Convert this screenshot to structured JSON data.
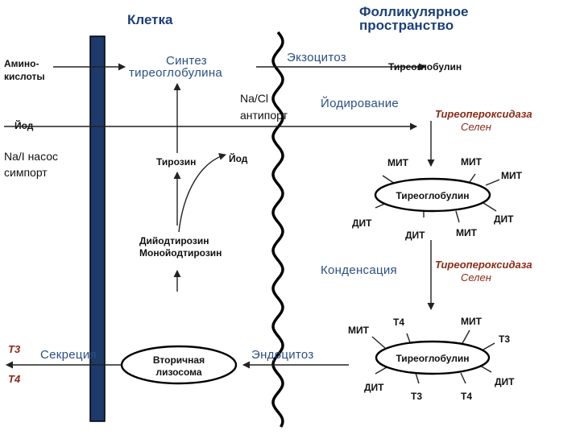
{
  "headers": {
    "cell": "Клетка",
    "follicular_line1": "Фолликулярное",
    "follicular_line2": "пространство"
  },
  "process_labels": {
    "synthesis_line1": "Синтез",
    "synthesis_line2": "тиреоглобулина",
    "exocytosis": "Экзоцитоз",
    "iodination": "Йодирование",
    "condensation": "Конденсация",
    "endocytosis": "Эндоцитоз",
    "secretion": "Секреция"
  },
  "molecules": {
    "amino_line1": "Амино-",
    "amino_line2": "кислоты",
    "iodide": "Йод",
    "tyrosine": "Тирозин",
    "iodine_inner": "Йод",
    "dit_line1": "Дийодтирозин",
    "dit_line2": "Монойодтирозин",
    "thyroglobulin_out": "Тиреоглобулин",
    "t3_out": "T3",
    "t4_out": "T4"
  },
  "transporters": {
    "antiport_line1": "Na/Cl",
    "antiport_line2": "антипорт",
    "symport_line1": "Na/I насос",
    "symport_line2": "симпорт"
  },
  "enzymes": {
    "tpo_top": "Тиреопероксидаза",
    "selenium_top": "Селен",
    "tpo_mid": "Тиреопероксидаза",
    "selenium_mid": "Селен"
  },
  "ellipse1": {
    "center": "Тиреоглобулин",
    "mit_left": "МИТ",
    "mit_top": "МИТ",
    "mit_right": "МИТ",
    "dit_left": "ДИТ",
    "dit_bottom": "ДИТ",
    "mit_bottom": "МИТ",
    "dit_right": "ДИТ"
  },
  "ellipse2": {
    "center": "Тиреоглобулин",
    "mit_left": "МИТ",
    "t4_top": "T4",
    "mit_top": "МИТ",
    "t3_right": "T3",
    "dit_left": "ДИТ",
    "t3_bottom": "T3",
    "t4_bottom": "T4",
    "dit_right": "ДИТ"
  },
  "lysosome": {
    "line1": "Вторичная",
    "line2": "лизосома"
  },
  "colors": {
    "membrane": "#1d3a6b",
    "header": "#1d3f7a",
    "process": "#2a4f86",
    "enzyme": "#8a2a16"
  }
}
